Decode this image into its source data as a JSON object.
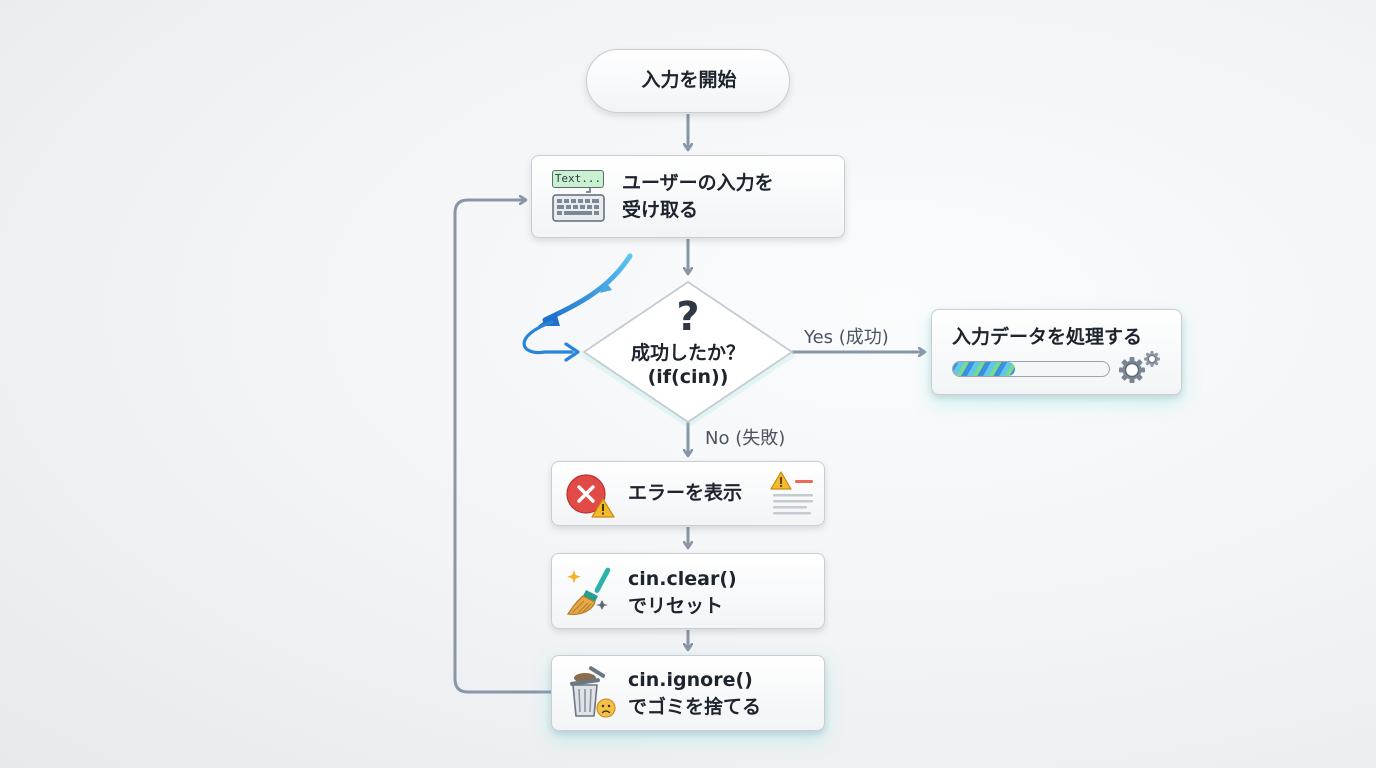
{
  "nodes": {
    "start": "入力を開始",
    "receive_line1": "ユーザーの入力を",
    "receive_line2": "受け取る",
    "decision_line1": "成功したか？",
    "decision_line2": "(if(cin))",
    "decision_symbol": "?",
    "process": "入力データを処理する",
    "error": "エラーを表示",
    "clear_line1": "cin.clear()",
    "clear_line2": "でリセット",
    "ignore_line1": "cin.ignore()",
    "ignore_line2": "でゴミを捨てる"
  },
  "edges": {
    "yes_label": "Yes (成功)",
    "no_label": "No (失敗)"
  },
  "icons": {
    "text_tag": "Text..."
  },
  "progress": {
    "fill": 0.4
  },
  "colors": {
    "arrow": "#8896a6",
    "accent_blue": "#2f8fd8",
    "error_red": "#e0403f",
    "warn_yellow": "#f3b329",
    "progress_green": "#6fd38a"
  }
}
